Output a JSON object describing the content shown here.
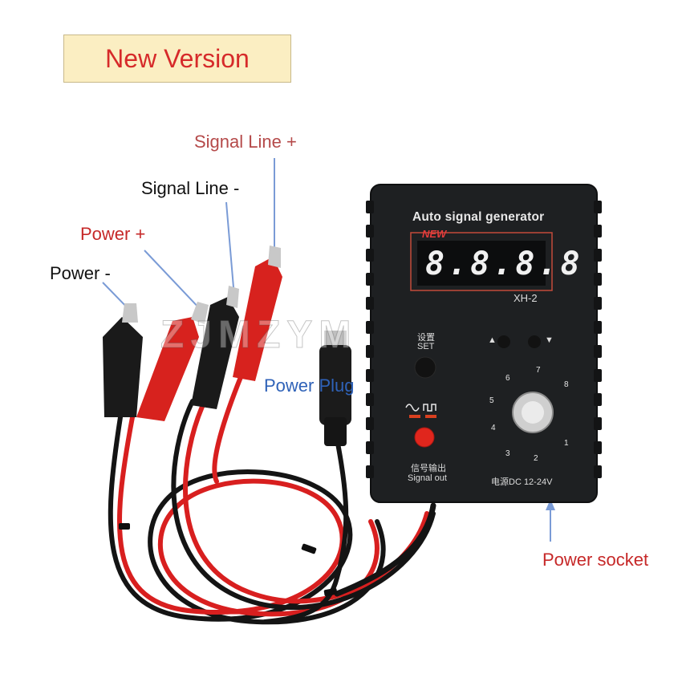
{
  "banner": {
    "text": "New Version"
  },
  "labels": {
    "signal_line_plus": "Signal Line +",
    "signal_line_minus": "Signal Line -",
    "power_plus": "Power +",
    "power_minus": "Power -",
    "power_plug": "Power Plug",
    "power_socket": "Power socket"
  },
  "device": {
    "title": "Auto signal generator",
    "new_badge": "NEW",
    "display_digits": "8.8.8.8",
    "model": "XH-2",
    "set_label_cn": "设置",
    "set_label": "SET",
    "up_arrow": "▲",
    "down_arrow": "▼",
    "signal_out_cn": "信号输出",
    "signal_out": "Signal out",
    "power_spec": "电源DC  12-24V",
    "dial_numbers": [
      "1",
      "2",
      "3",
      "4",
      "5",
      "6",
      "7",
      "8"
    ]
  },
  "watermark": "ZJMZYM",
  "colors": {
    "banner_bg": "#fbeec2",
    "banner_text": "#d62a2a",
    "device_body": "#1e2022",
    "wire_red": "#d81f1f",
    "wire_black": "#141414",
    "pointer_blue": "#7a9bd6"
  }
}
